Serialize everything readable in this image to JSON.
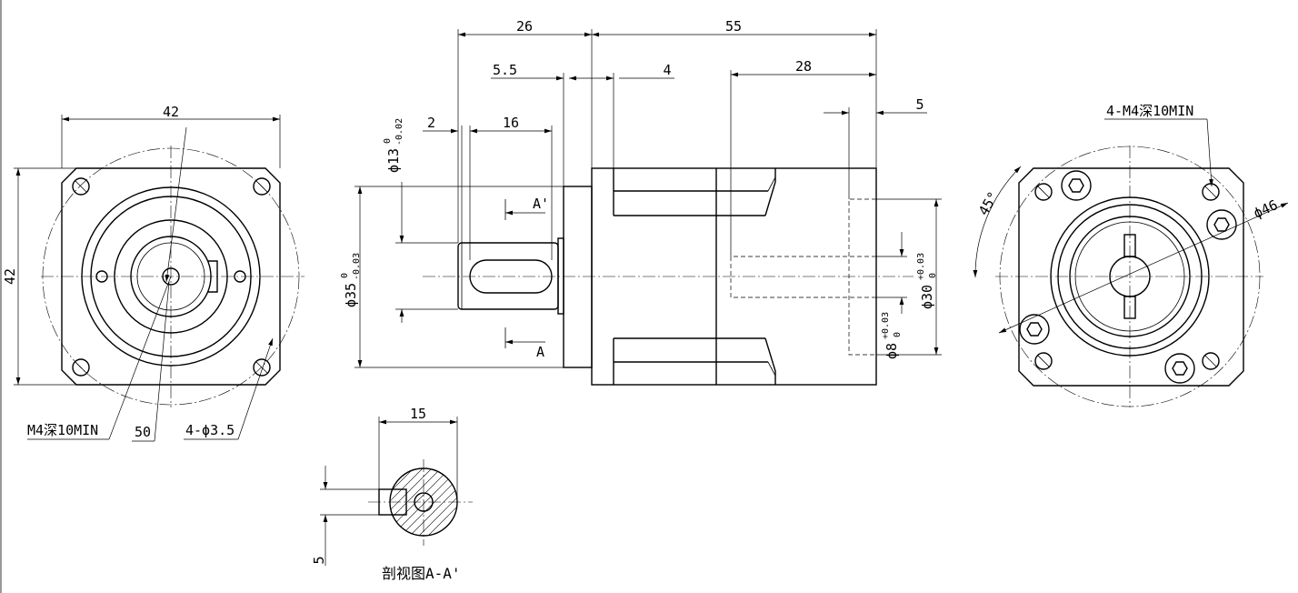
{
  "front_view": {
    "width_dim": "42",
    "height_dim": "42",
    "tap_note": "M4深10MIN",
    "pcd": "50",
    "holes_note": "4-ϕ3.5"
  },
  "side_view": {
    "flange_len": "26",
    "body_len": "55",
    "pilot_len": "5.5",
    "body_step": "4",
    "bore_depth": "28",
    "rear_step": "5",
    "shoulder_len": "2",
    "key_len": "16",
    "shaft_dia": "ϕ13",
    "shaft_dia_tol_up": "0",
    "shaft_dia_tol_low": "-0.02",
    "pilot_dia": "ϕ35",
    "pilot_dia_tol_up": "0",
    "pilot_dia_tol_low": "-0.03",
    "input_pilot_dia": "ϕ30",
    "input_pilot_tol_up": "+0.03",
    "input_pilot_tol_low": "0",
    "input_bore_dia": "ϕ8",
    "input_bore_tol_up": "+0.03",
    "input_bore_tol_low": "0",
    "section_mark_top": "A'",
    "section_mark_bottom": "A"
  },
  "section_view": {
    "key_height": "15",
    "key_width": "5",
    "caption": "剖视图A-A'"
  },
  "rear_view": {
    "angle": "45°",
    "tap_note": "4-M4深10MIN",
    "pcd": "ϕ46"
  }
}
